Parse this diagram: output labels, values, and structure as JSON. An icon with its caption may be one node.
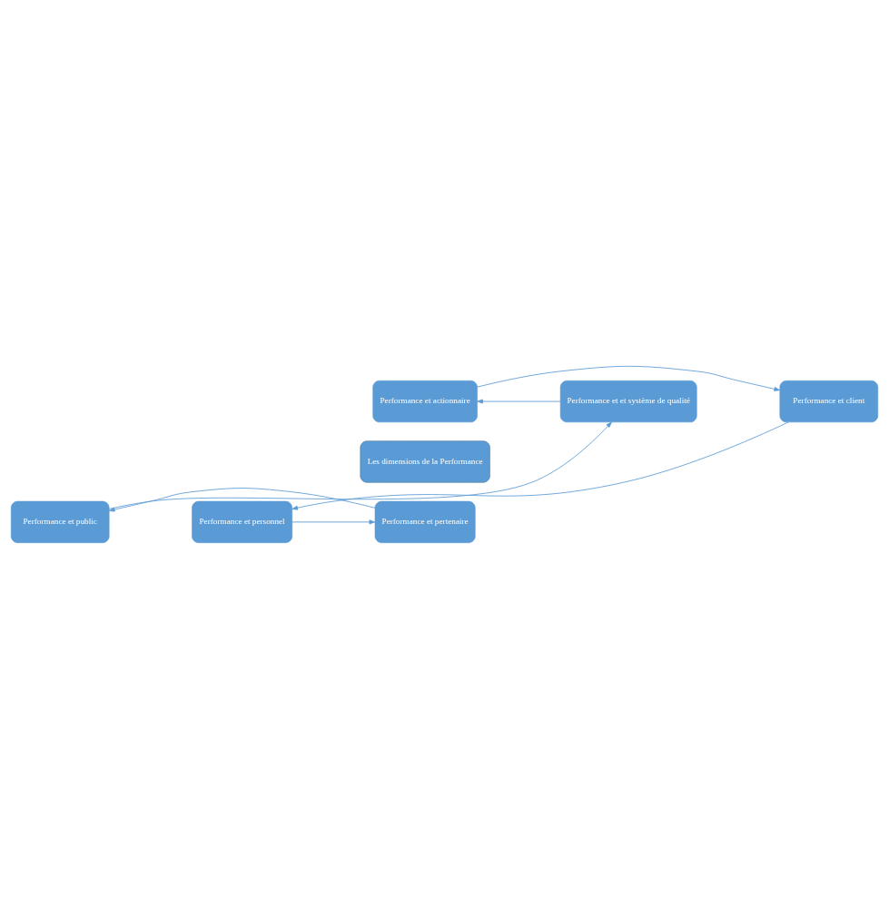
{
  "diagram": {
    "nodes": [
      {
        "text": [
          "Performance et actionnaire"
        ]
      },
      {
        "text": [
          "Performance et et système de qualité"
        ]
      },
      {
        "text": [
          "Performance et client"
        ]
      },
      {
        "text": [
          "Les dimensions de la Performance"
        ]
      },
      {
        "text": [
          "Performance et public"
        ]
      },
      {
        "text": [
          "Performance et personnel"
        ]
      },
      {
        "text": [
          "Performance et pertenaire"
        ]
      }
    ],
    "edges": [
      {
        "from": 0,
        "to": 2,
        "arrow": "to"
      },
      {
        "from": 2,
        "to": 5,
        "arrow": "to"
      },
      {
        "from": 5,
        "to": 6,
        "arrow": "to"
      },
      {
        "from": 6,
        "to": 4,
        "arrow": "to"
      },
      {
        "from": 4,
        "to": 1,
        "arrow": "to"
      },
      {
        "from": 1,
        "to": 0,
        "arrow": "to"
      }
    ]
  }
}
